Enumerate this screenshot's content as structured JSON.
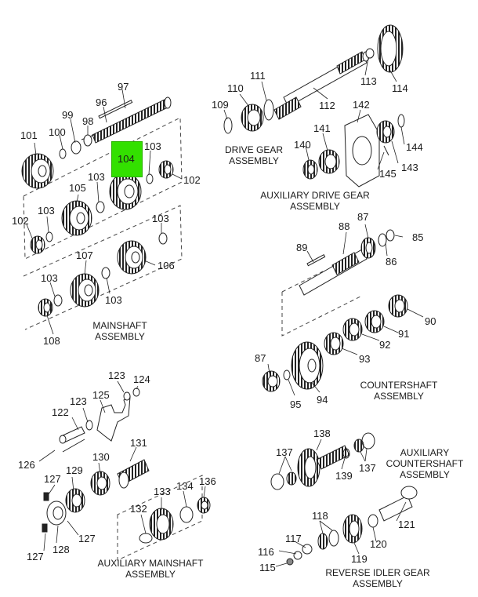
{
  "highlight": {
    "part": "104",
    "color": "#33e000"
  },
  "labels": {
    "l97": "97",
    "l96": "96",
    "l99": "99",
    "l98": "98",
    "l100": "100",
    "l101": "101",
    "l103a": "103",
    "l104": "104",
    "l102a": "102",
    "l105": "105",
    "l103b": "103",
    "l102b": "102",
    "l103c": "103",
    "l103d": "103",
    "l107": "107",
    "l106": "106",
    "l103e": "103",
    "l103f": "103",
    "l108": "108",
    "l111": "111",
    "l110": "110",
    "l109": "109",
    "l112": "112",
    "l113": "113",
    "l114": "114",
    "l142": "142",
    "l141": "141",
    "l140": "140",
    "l144": "144",
    "l143": "143",
    "l145": "145",
    "l87a": "87",
    "l88": "88",
    "l85": "85",
    "l89": "89",
    "l86": "86",
    "l90": "90",
    "l91": "91",
    "l92": "92",
    "l93": "93",
    "l87b": "87",
    "l95": "95",
    "l94": "94",
    "l123a": "123",
    "l124": "124",
    "l123b": "123",
    "l125": "125",
    "l122": "122",
    "l126": "126",
    "l131": "131",
    "l130": "130",
    "l127a": "127",
    "l129": "129",
    "l127b": "127",
    "l128": "128",
    "l127c": "127",
    "l133": "133",
    "l134": "134",
    "l136": "136",
    "l132": "132",
    "l138": "138",
    "l137a": "137",
    "l139": "139",
    "l137b": "137",
    "l118": "118",
    "l121": "121",
    "l117": "117",
    "l116": "116",
    "l120": "120",
    "l115": "115",
    "l119": "119"
  },
  "titles": {
    "drive_gear": [
      "DRIVE GEAR",
      "ASSEMBLY"
    ],
    "aux_drive_gear": [
      "AUXILIARY DRIVE GEAR",
      "ASSEMBLY"
    ],
    "mainshaft": [
      "MAINSHAFT",
      "ASSEMBLY"
    ],
    "countershaft": [
      "COUNTERSHAFT",
      "ASSEMBLY"
    ],
    "aux_countershaft": [
      "AUXILIARY",
      "COUNTERSHAFT",
      "ASSEMBLY"
    ],
    "aux_mainshaft": [
      "AUXILIARY MAINSHAFT",
      "ASSEMBLY"
    ],
    "reverse_idler": [
      "REVERSE IDLER GEAR",
      "ASSEMBLY"
    ]
  }
}
